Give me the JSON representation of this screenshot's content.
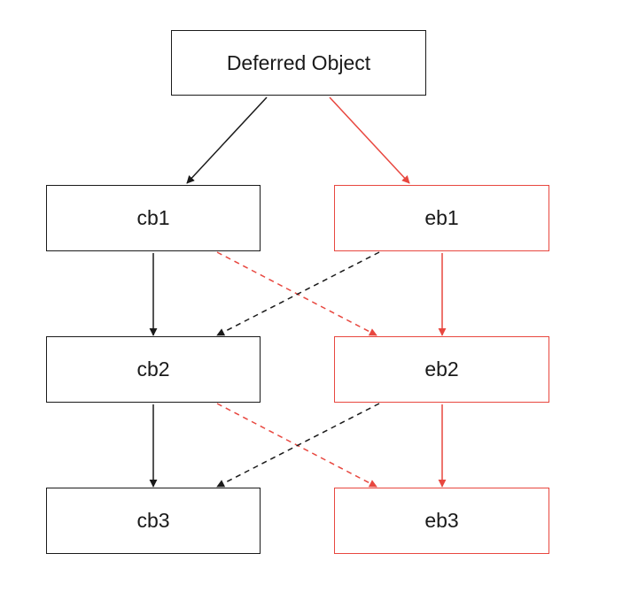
{
  "nodes": {
    "root": "Deferred Object",
    "cb1": "cb1",
    "eb1": "eb1",
    "cb2": "cb2",
    "eb2": "eb2",
    "cb3": "cb3",
    "eb3": "eb3"
  },
  "colors": {
    "callback": "#1a1a1a",
    "errback": "#e8473f"
  },
  "edges": [
    {
      "from": "root",
      "to": "cb1",
      "style": "solid",
      "color": "callback"
    },
    {
      "from": "root",
      "to": "eb1",
      "style": "solid",
      "color": "errback"
    },
    {
      "from": "cb1",
      "to": "cb2",
      "style": "solid",
      "color": "callback"
    },
    {
      "from": "eb1",
      "to": "eb2",
      "style": "solid",
      "color": "errback"
    },
    {
      "from": "cb1",
      "to": "eb2",
      "style": "dashed",
      "color": "errback"
    },
    {
      "from": "eb1",
      "to": "cb2",
      "style": "dashed",
      "color": "callback"
    },
    {
      "from": "cb2",
      "to": "cb3",
      "style": "solid",
      "color": "callback"
    },
    {
      "from": "eb2",
      "to": "eb3",
      "style": "solid",
      "color": "errback"
    },
    {
      "from": "cb2",
      "to": "eb3",
      "style": "dashed",
      "color": "errback"
    },
    {
      "from": "eb2",
      "to": "cb3",
      "style": "dashed",
      "color": "callback"
    }
  ]
}
